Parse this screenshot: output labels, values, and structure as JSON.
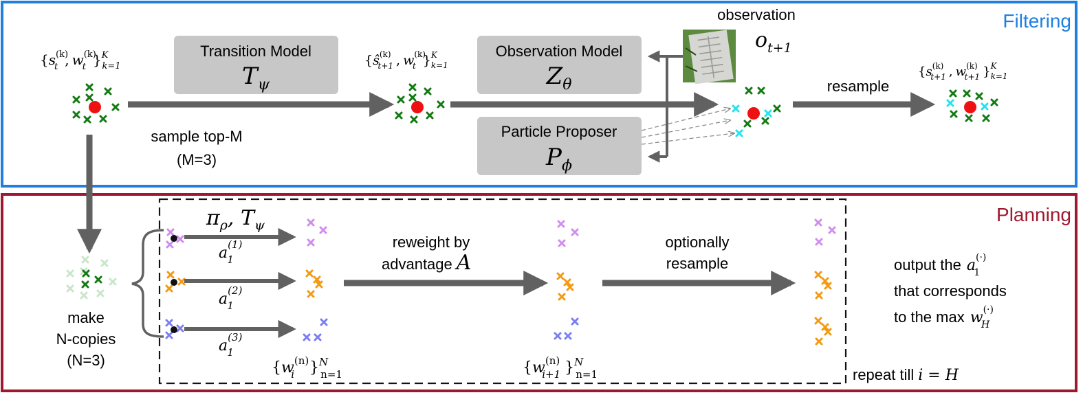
{
  "sections": {
    "filtering": {
      "title": "Filtering",
      "color": "#1e7fe0"
    },
    "planning": {
      "title": "Planning",
      "color": "#a0182e"
    }
  },
  "models": {
    "transition": {
      "name": "Transition Model",
      "symbol": "T",
      "subscript": "ψ"
    },
    "observation": {
      "name": "Observation Model",
      "symbol": "Z",
      "subscript": "θ"
    },
    "proposer": {
      "name": "Particle Proposer",
      "symbol": "P",
      "subscript": "ϕ"
    }
  },
  "observation": {
    "label": "observation",
    "symbol": "o",
    "subscript": "t+1"
  },
  "filtering_labels": {
    "set_t": {
      "open": "{",
      "s": "s",
      "s_sub": "t",
      "s_sup": "(k)",
      "w": "w",
      "w_sub": "t",
      "w_sup": "(k)",
      "close": "}",
      "sup": "K",
      "sub": "k=1"
    },
    "set_hat": {
      "open": "{",
      "s": "ŝ",
      "s_sub": "t+1",
      "s_sup": "(k)",
      "w": "w",
      "w_sub": "t",
      "w_sup": "(k)",
      "close": "}",
      "sup": "K",
      "sub": "k=1"
    },
    "set_next": {
      "open": "{",
      "s": "s",
      "s_sub": "t+1",
      "s_sup": "(k)",
      "w": "w",
      "w_sub": "t+1",
      "w_sup": "(k)",
      "close": "}",
      "sup": "K",
      "sub": "k=1"
    },
    "resample": "resample",
    "sample_top_line1": "sample top-M",
    "sample_top_line2": "(M=3)"
  },
  "planning_labels": {
    "make_copies_line1": "make",
    "make_copies_line2": "N-copies",
    "make_copies_line3": "(N=3)",
    "policy": {
      "pi": "π",
      "pi_sub": "ρ",
      "T": "T",
      "T_sub": "ψ"
    },
    "actions": [
      {
        "a": "a",
        "sub": "1",
        "sup": "(1)"
      },
      {
        "a": "a",
        "sub": "1",
        "sup": "(2)"
      },
      {
        "a": "a",
        "sub": "1",
        "sup": "(3)"
      }
    ],
    "weights_i": {
      "open": "{",
      "w": "w",
      "sub": "i",
      "sup": "(n)",
      "close": "}",
      "set_sup": "N",
      "set_sub": "n=1"
    },
    "weights_i1": {
      "open": "{",
      "w": "w",
      "sub": "i+1",
      "sup": "(n)",
      "close": "}",
      "set_sup": "N",
      "set_sub": "n=1"
    },
    "reweight_line1": "reweight by",
    "reweight_line2": "advantage",
    "advantage_symbol": "A",
    "resample_line1": "optionally",
    "resample_line2": "resample",
    "output_line1": "output the",
    "output_line2": "that corresponds",
    "output_line3": "to the max",
    "output_a": {
      "a": "a",
      "sub": "1",
      "sup": "(·)"
    },
    "output_w": {
      "w": "w",
      "sub": "H",
      "sup": "(·)"
    },
    "repeat_text": "repeat till",
    "repeat_math": "i = H"
  },
  "colors": {
    "arrow": "#616161",
    "box": "#c7c7c7",
    "particle_green": "#127a12",
    "particle_cyan": "#22e4ee",
    "particle_red": "#ee1111",
    "particle_light_green": "#c9e6c9",
    "plan_purple": "#d08cf0",
    "plan_orange": "#f39a12",
    "plan_blue": "#7a7ff0"
  }
}
